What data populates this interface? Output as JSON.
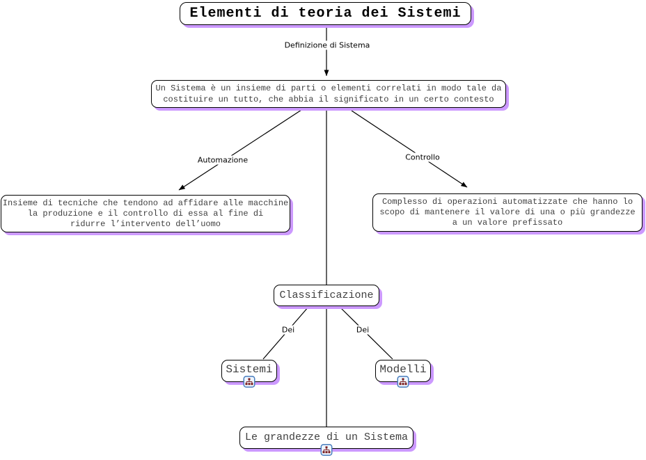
{
  "diagram": {
    "title": "Elementi di teoria dei Sistemi",
    "colors": {
      "shadow": "#cc99ff",
      "border": "#000000",
      "background": "#ffffff",
      "node_text": "#3f3f3f",
      "line": "#000000",
      "icon_frame": "#4a7ebd",
      "icon_glyph": "#7b1e1e"
    },
    "edge_labels": {
      "definizione": "Definizione di Sistema",
      "automazione": "Automazione",
      "controllo": "Controllo",
      "dei_sistemi": "Dei",
      "dei_modelli": "Dei"
    },
    "nodes": {
      "definizione": {
        "lines": [
          "Un Sistema è un insieme di parti o elementi correlati in modo tale da",
          "costituire un tutto, che abbia il significato in un certo contesto"
        ]
      },
      "automazione": {
        "lines": [
          "Insieme di tecniche che tendono ad affidare alle macchine",
          "la produzione e il controllo di essa al fine di",
          "ridurre l’intervento dell’uomo"
        ]
      },
      "controllo": {
        "lines": [
          "Complesso di operazioni automatizzate che hanno lo",
          "scopo di mantenere il valore di una o più grandezze",
          "a un valore prefissato"
        ]
      },
      "classificazione": {
        "label": "Classificazione"
      },
      "sistemi": {
        "label": "Sistemi",
        "icon": "sitemap-icon"
      },
      "modelli": {
        "label": "Modelli",
        "icon": "sitemap-icon"
      },
      "grandezze": {
        "label": "Le grandezze di un Sistema",
        "icon": "sitemap-icon"
      }
    }
  }
}
